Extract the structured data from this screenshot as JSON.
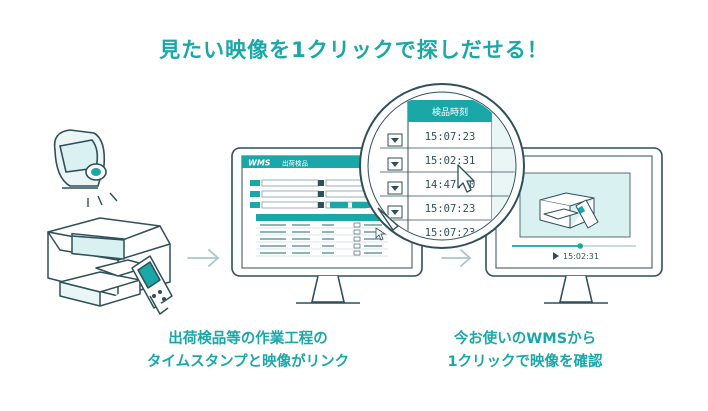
{
  "headline": "見たい映像を1クリックで探しだせる！",
  "left_caption": {
    "line1": "出荷検品等の作業工程の",
    "line2": "タイムスタンプと映像がリンク"
  },
  "right_caption": {
    "line1": "今お使いのWMSから",
    "line2": "1クリックで映像を確認"
  },
  "wms_screen": {
    "logo": "WMS",
    "title": "出荷検品"
  },
  "zoom_panel": {
    "column_header": "検品時刻",
    "times": [
      "15:07:23",
      "15:02:31",
      "14:47:00",
      "15:07:23",
      "15:07:23"
    ],
    "selected_index": 1
  },
  "video_player": {
    "timestamp": "15:02:31",
    "progress": 0.55
  },
  "colors": {
    "accent": "#1aa7a8",
    "line": "#2f4f5a",
    "light_fill": "#d9f1f1",
    "arrow": "#a9c7c9"
  },
  "icons": [
    "security-camera-icon",
    "cardboard-box-icon",
    "barcode-scanner-icon",
    "arrow-right-icon",
    "pointer-cursor-icon",
    "play-icon",
    "dropdown-icon"
  ]
}
